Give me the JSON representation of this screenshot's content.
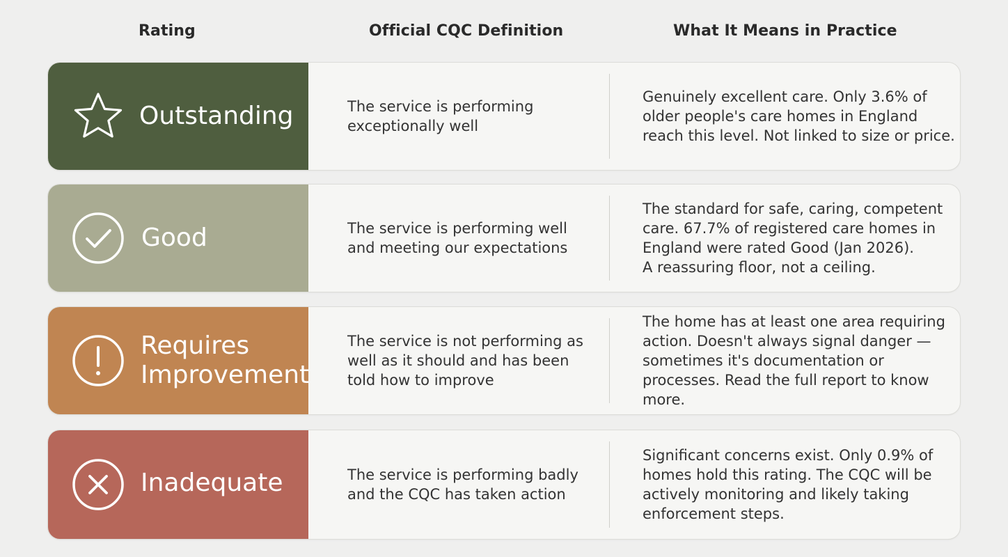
{
  "headers": {
    "rating": "Rating",
    "definition": "Official CQC Definition",
    "practice": "What It Means in Practice"
  },
  "rows": [
    {
      "rating": "Outstanding",
      "icon": "star-icon",
      "color": "#4f5e3f",
      "definition": "The service is performing\nexceptionally well",
      "practice": "Genuinely excellent care. Only 3.6% of\nolder people's care homes in England\nreach this level. Not linked to size or price."
    },
    {
      "rating": "Good",
      "icon": "check-circle-icon",
      "color": "#a9ab92",
      "definition": "The service is performing well\nand meeting our expectations",
      "practice": "The standard for safe, caring, competent\ncare. 67.7% of registered care homes in\nEngland were rated Good (Jan 2026).\nA reassuring floor, not a ceiling."
    },
    {
      "rating": "Requires\nImprovement",
      "icon": "exclamation-circle-icon",
      "color": "#c08552",
      "definition": "The service is not performing as\nwell as it should and has been\ntold how to improve",
      "practice": "The home has at least one area requiring\naction. Doesn't always signal danger —\nsometimes it's documentation or\nprocesses. Read the full report to know more."
    },
    {
      "rating": "Inadequate",
      "icon": "x-circle-icon",
      "color": "#b6675a",
      "definition": "The service is performing badly\nand the CQC has taken action",
      "practice": "Significant concerns exist. Only 0.9% of\nhomes hold this rating. The CQC will be\nactively monitoring and likely taking\nenforcement steps."
    }
  ]
}
